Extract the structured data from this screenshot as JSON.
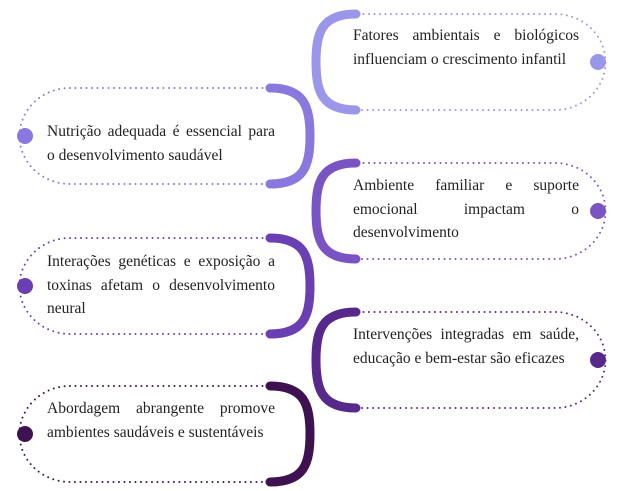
{
  "items": [
    {
      "side": "right",
      "text": "Fatores ambientais e biológicos influenciam o crescimento infantil",
      "color": "#9a96ea"
    },
    {
      "side": "left",
      "text": "Nutrição adequada é essencial para o desenvolvimento saudável",
      "color": "#8a78de"
    },
    {
      "side": "right",
      "text": "Ambiente familiar e suporte emocional impactam o desenvolvimento",
      "color": "#7b54c4"
    },
    {
      "side": "left",
      "text": "Interações genéticas e exposição a toxinas afetam o desenvolvimento neural",
      "color": "#6a3fb3"
    },
    {
      "side": "right",
      "text": "Intervenções integradas em saúde, educação e bem-estar são eficazes",
      "color": "#57298a"
    },
    {
      "side": "left",
      "text": "Abordagem abrangente promove ambientes saudáveis e sustentáveis",
      "color": "#3e1250"
    }
  ]
}
